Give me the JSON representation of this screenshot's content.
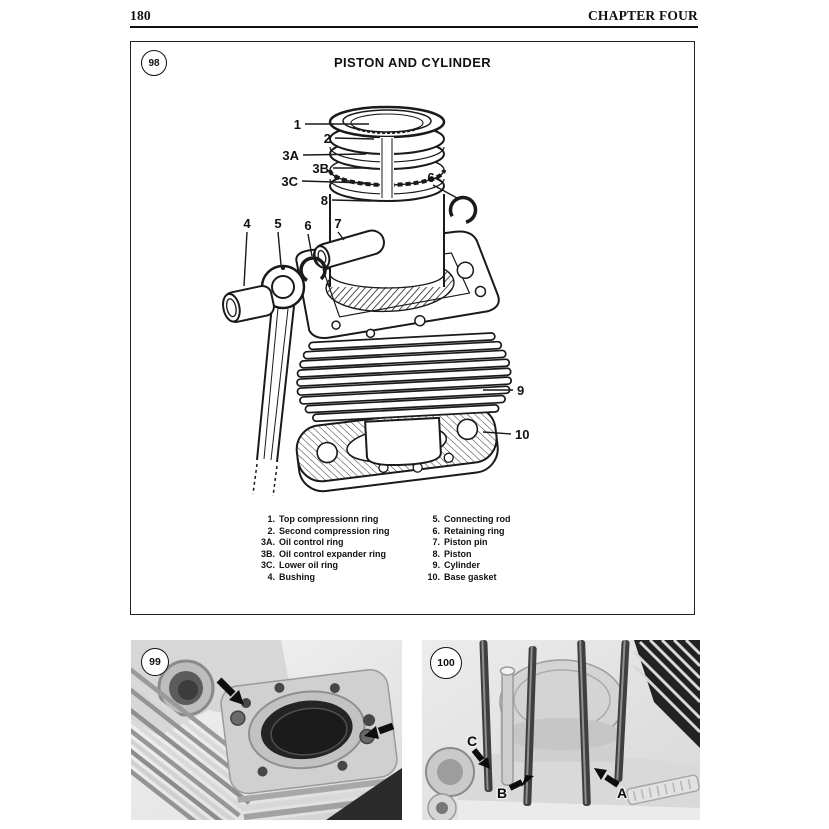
{
  "header": {
    "page_number": "180",
    "chapter_title": "CHAPTER FOUR"
  },
  "diagram_figure": {
    "number": "98",
    "title": "PISTON AND CYLINDER",
    "callouts": {
      "top_compression_ring": "1",
      "second_compression_ring": "2",
      "oil_control_ring": "3A",
      "oil_control_expander_ring": "3B",
      "lower_oil_ring": "3C",
      "piston": "8",
      "retaining_ring_right": "6",
      "bushing": "4",
      "connecting_rod": "5",
      "retaining_ring_left": "6",
      "piston_pin": "7",
      "cylinder": "9",
      "base_gasket": "10"
    },
    "legend": {
      "left": [
        {
          "num": "1.",
          "label": "Top compressionn ring"
        },
        {
          "num": "2.",
          "label": "Second compression ring"
        },
        {
          "num": "3A.",
          "label": "Oil control ring"
        },
        {
          "num": "3B.",
          "label": "Oil control expander ring"
        },
        {
          "num": "3C.",
          "label": "Lower oil ring"
        },
        {
          "num": "4.",
          "label": "Bushing"
        }
      ],
      "right": [
        {
          "num": "5.",
          "label": "Connecting rod"
        },
        {
          "num": "6.",
          "label": "Retaining ring"
        },
        {
          "num": "7.",
          "label": "Piston pin"
        },
        {
          "num": "8.",
          "label": "Piston"
        },
        {
          "num": "9.",
          "label": "Cylinder"
        },
        {
          "num": "10.",
          "label": "Base gasket"
        }
      ]
    }
  },
  "photo_figure_left": {
    "number": "99"
  },
  "photo_figure_right": {
    "number": "100",
    "labels": {
      "a": "A",
      "b": "B",
      "c": "C"
    }
  },
  "colors": {
    "ink": "#111111",
    "page_bg": "#ffffff",
    "photo_bg_light": "#ececec",
    "photo_dark": "#1f1f1f"
  }
}
